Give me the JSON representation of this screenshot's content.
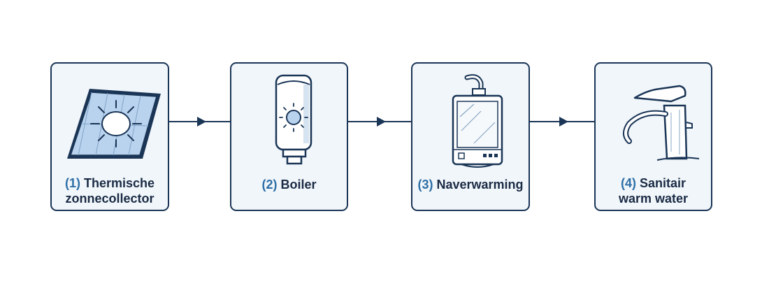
{
  "colors": {
    "border": "#1a3556",
    "card_fill": "#f1f6fa",
    "number": "#2e6fa6",
    "text": "#1a2b45",
    "arrow": "#1a3556"
  },
  "steps": [
    {
      "number": "(1)",
      "line1": "Thermische",
      "line2": "zonnecollector",
      "icon": "solar-collector-icon"
    },
    {
      "number": "(2)",
      "line1": "Boiler",
      "line2": "",
      "icon": "boiler-icon"
    },
    {
      "number": "(3)",
      "line1": "Naverwarming",
      "line2": "",
      "icon": "heater-icon"
    },
    {
      "number": "(4)",
      "line1": "Sanitair",
      "line2": "warm water",
      "icon": "faucet-icon"
    }
  ]
}
